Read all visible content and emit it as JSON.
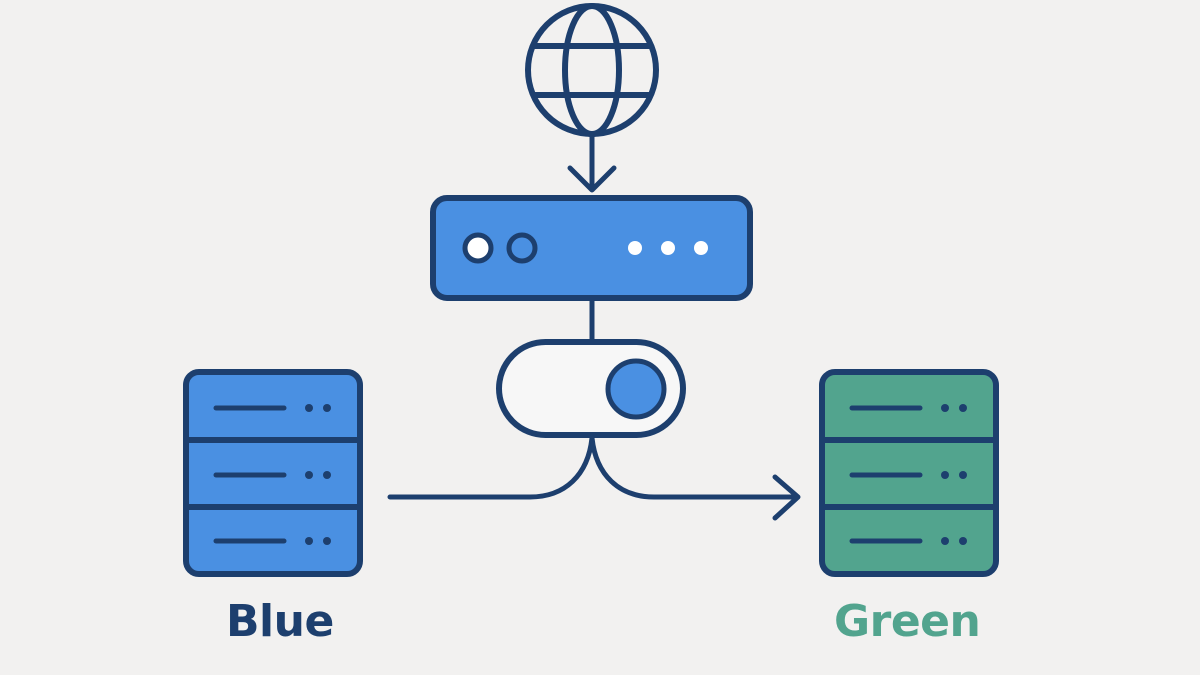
{
  "environments": {
    "blue": {
      "label": "Blue",
      "fill_color": "#4a90e2",
      "text_color": "#1d3f6e"
    },
    "green": {
      "label": "Green",
      "fill_color": "#52a48e",
      "text_color": "#52a48e"
    }
  },
  "colors": {
    "stroke": "#1d3f6e",
    "background": "#f2f1f0",
    "load_balancer_fill": "#4a90e2",
    "switch_fill": "#f7f7f7",
    "switch_knob": "#4a90e2"
  },
  "icons": {
    "internet": "globe-icon",
    "router": "load-balancer-icon",
    "switch": "toggle-switch-icon",
    "blue_server": "server-stack-icon",
    "green_server": "server-stack-icon"
  },
  "switch_state": "on"
}
